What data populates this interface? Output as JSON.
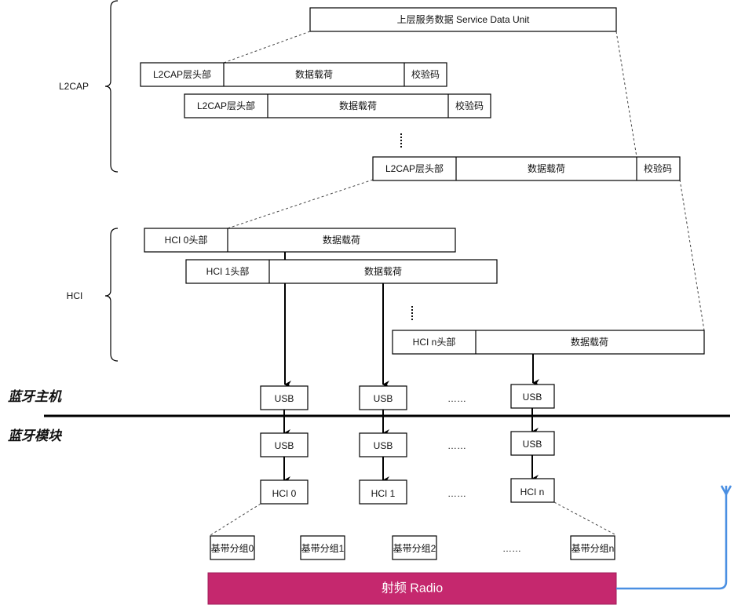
{
  "sdu": {
    "label": "上层服务数据 Service Data Unit"
  },
  "groups": {
    "l2cap": "L2CAP",
    "hci": "HCI"
  },
  "l2cap_packets": [
    {
      "header": "L2CAP层头部",
      "payload": "数据载荷",
      "checksum": "校验码"
    },
    {
      "header": "L2CAP层头部",
      "payload": "数据载荷",
      "checksum": "校验码"
    },
    {
      "header": "L2CAP层头部",
      "payload": "数据载荷",
      "checksum": "校验码"
    }
  ],
  "hci_packets": [
    {
      "header": "HCI 0头部",
      "payload": "数据载荷"
    },
    {
      "header": "HCI 1头部",
      "payload": "数据载荷"
    },
    {
      "header": "HCI n头部",
      "payload": "数据载荷"
    }
  ],
  "zones": {
    "host": "蓝牙主机",
    "module": "蓝牙模块"
  },
  "host_usb": [
    "USB",
    "USB",
    "USB"
  ],
  "module_usb": [
    "USB",
    "USB",
    "USB"
  ],
  "module_hci": [
    "HCI 0",
    "HCI 1",
    "HCI n"
  ],
  "ellipsis": "……",
  "baseband": [
    "基带分组0",
    "基带分组1",
    "基带分组2",
    "基带分组n"
  ],
  "radio": {
    "label": "射频 Radio",
    "color": "#c5286e",
    "antenna_color": "#4a8fe2"
  }
}
